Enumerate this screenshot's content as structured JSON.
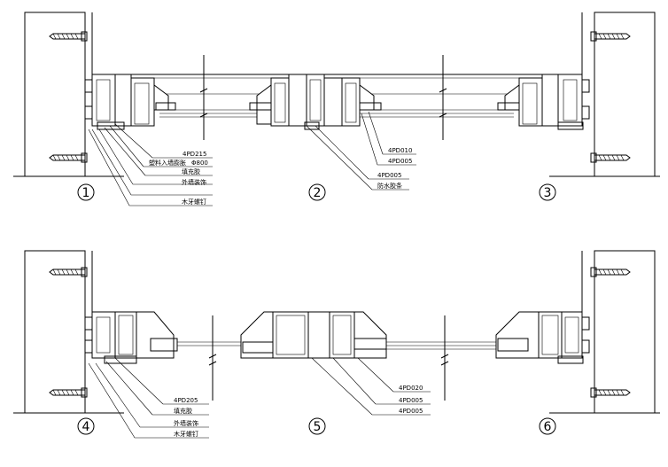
{
  "top_section": {
    "callout_left": [
      "4PD215",
      "塑料入墙膨胀",
      "Φ800",
      "填充胶",
      "外墙装饰",
      "木牙螺钉"
    ],
    "callout_mid": [
      "4PD005",
      "防水胶条"
    ],
    "callout_right": [
      "4PD010",
      "4PD005"
    ],
    "numbers": [
      "1",
      "2",
      "3"
    ]
  },
  "bottom_section": {
    "callout_left": [
      "4PD205",
      "填充胶",
      "外墙装饰",
      "木牙螺钉"
    ],
    "callout_right": [
      "4PD020",
      "4PD005",
      "4PD005"
    ],
    "numbers": [
      "4",
      "5",
      "6"
    ]
  }
}
